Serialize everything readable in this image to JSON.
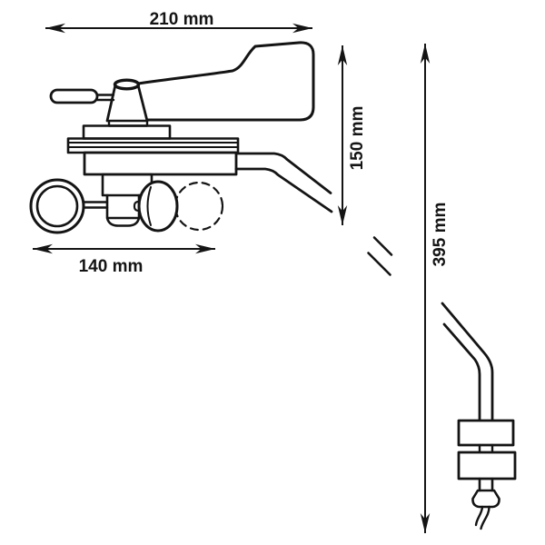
{
  "drawing": {
    "background_color": "#ffffff",
    "ink_color": "#141414",
    "dimension_labels": {
      "overall_width": "210 mm",
      "vane_height": "150 mm",
      "cup_span": "140 mm",
      "overall_height": "395 mm"
    }
  }
}
